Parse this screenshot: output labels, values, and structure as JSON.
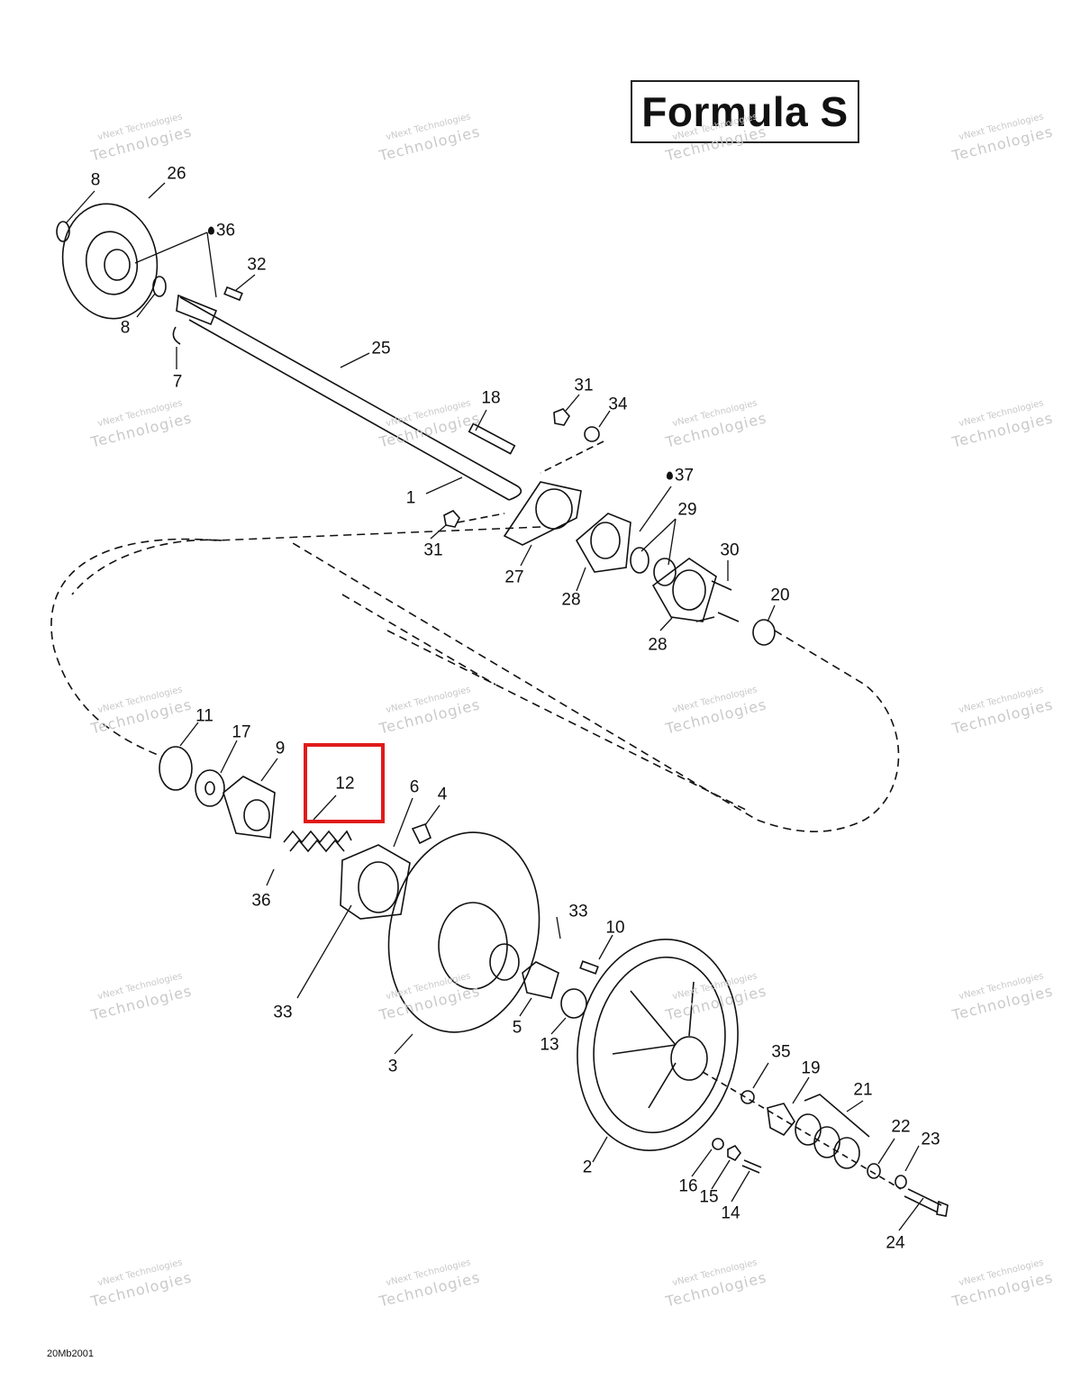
{
  "title": "Formula S",
  "drawing_code": "20Mb2001",
  "watermark": {
    "line1": "vNext Technologies",
    "line2": "Technologies"
  },
  "highlighted_callout": "12",
  "callouts": [
    {
      "id": "c8a",
      "label": "8"
    },
    {
      "id": "c26",
      "label": "26"
    },
    {
      "id": "c36a",
      "label": "36",
      "drop": true
    },
    {
      "id": "c32",
      "label": "32"
    },
    {
      "id": "c8b",
      "label": "8"
    },
    {
      "id": "c7",
      "label": "7"
    },
    {
      "id": "c25",
      "label": "25"
    },
    {
      "id": "c18",
      "label": "18"
    },
    {
      "id": "c31a",
      "label": "31"
    },
    {
      "id": "c34",
      "label": "34"
    },
    {
      "id": "c1",
      "label": "1"
    },
    {
      "id": "c37",
      "label": "37",
      "drop": true
    },
    {
      "id": "c29",
      "label": "29"
    },
    {
      "id": "c31b",
      "label": "31"
    },
    {
      "id": "c27",
      "label": "27"
    },
    {
      "id": "c30",
      "label": "30"
    },
    {
      "id": "c28a",
      "label": "28"
    },
    {
      "id": "c20",
      "label": "20"
    },
    {
      "id": "c28b",
      "label": "28"
    },
    {
      "id": "c11",
      "label": "11"
    },
    {
      "id": "c17",
      "label": "17"
    },
    {
      "id": "c9",
      "label": "9"
    },
    {
      "id": "c12",
      "label": "12"
    },
    {
      "id": "c6",
      "label": "6"
    },
    {
      "id": "c4",
      "label": "4"
    },
    {
      "id": "c36b",
      "label": "36"
    },
    {
      "id": "c33a",
      "label": "33"
    },
    {
      "id": "c10",
      "label": "10"
    },
    {
      "id": "c33b",
      "label": "33"
    },
    {
      "id": "c5",
      "label": "5"
    },
    {
      "id": "c13",
      "label": "13"
    },
    {
      "id": "c3",
      "label": "3"
    },
    {
      "id": "c35",
      "label": "35"
    },
    {
      "id": "c19",
      "label": "19"
    },
    {
      "id": "c21",
      "label": "21"
    },
    {
      "id": "c22",
      "label": "22"
    },
    {
      "id": "c23",
      "label": "23"
    },
    {
      "id": "c2",
      "label": "2"
    },
    {
      "id": "c16",
      "label": "16"
    },
    {
      "id": "c15",
      "label": "15"
    },
    {
      "id": "c14",
      "label": "14"
    },
    {
      "id": "c24",
      "label": "24"
    }
  ]
}
